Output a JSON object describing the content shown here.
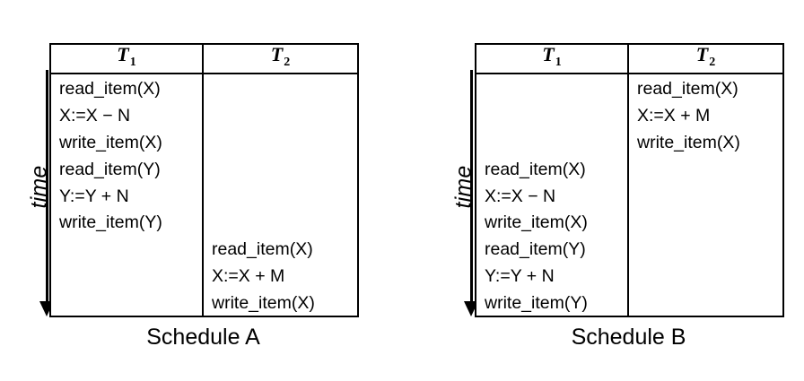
{
  "figure": {
    "background": "#ffffff",
    "line_color": "#000000",
    "text_color": "#000000"
  },
  "schedules": [
    {
      "id": "schedule-a",
      "caption": "Schedule A",
      "time_axis_label": "time",
      "columns": [
        {
          "header_base": "T",
          "header_sub": "1"
        },
        {
          "header_base": "T",
          "header_sub": "2"
        }
      ],
      "t1_ops": [
        {
          "text": "read_item(X)",
          "row": 0
        },
        {
          "text": "X:=X − N",
          "row": 1
        },
        {
          "text": "write_item(X)",
          "row": 2
        },
        {
          "text": "read_item(Y)",
          "row": 3
        },
        {
          "text": "Y:=Y + N",
          "row": 4
        },
        {
          "text": "write_item(Y)",
          "row": 5
        }
      ],
      "t2_ops": [
        {
          "text": "read_item(X)",
          "row": 6
        },
        {
          "text": "X:=X + M",
          "row": 7
        },
        {
          "text": "write_item(X)",
          "row": 8
        }
      ]
    },
    {
      "id": "schedule-b",
      "caption": "Schedule B",
      "time_axis_label": "time",
      "columns": [
        {
          "header_base": "T",
          "header_sub": "1"
        },
        {
          "header_base": "T",
          "header_sub": "2"
        }
      ],
      "t1_ops": [
        {
          "text": "read_item(X)",
          "row": 3
        },
        {
          "text": "X:=X − N",
          "row": 4
        },
        {
          "text": "write_item(X)",
          "row": 5
        },
        {
          "text": "read_item(Y)",
          "row": 6
        },
        {
          "text": "Y:=Y + N",
          "row": 7
        },
        {
          "text": "write_item(Y)",
          "row": 8
        }
      ],
      "t2_ops": [
        {
          "text": "read_item(X)",
          "row": 0
        },
        {
          "text": "X:=X + M",
          "row": 1
        },
        {
          "text": "write_item(X)",
          "row": 2
        }
      ]
    }
  ]
}
